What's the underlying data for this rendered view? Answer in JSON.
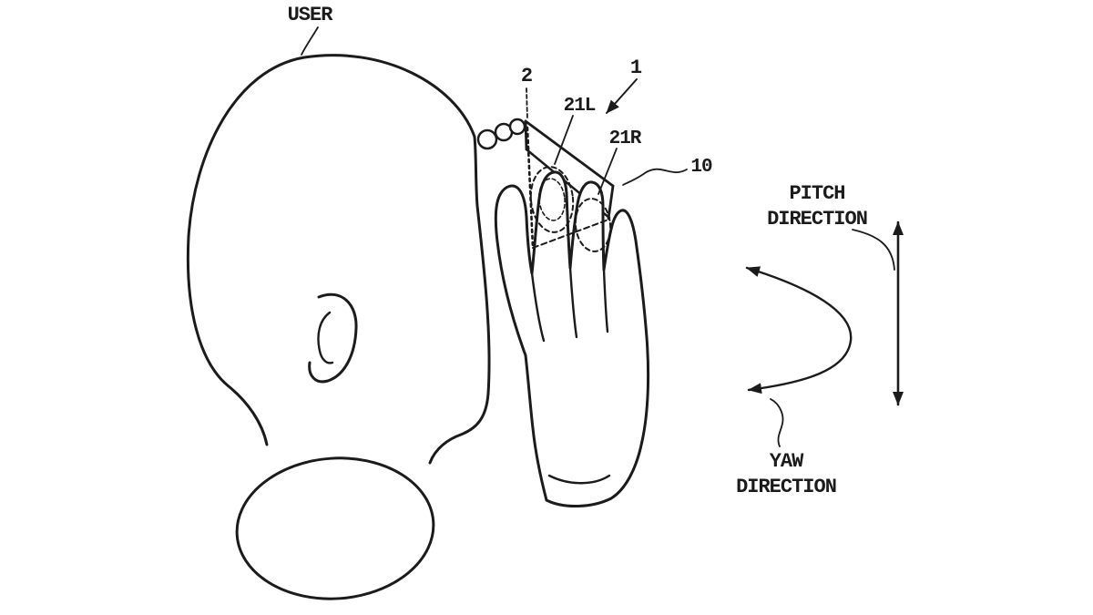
{
  "figure": {
    "colors": {
      "background": "#ffffff",
      "ink": "#1b1b1b"
    },
    "labels": {
      "user": "USER",
      "ref_2": "2",
      "ref_1": "1",
      "ref_21l": "21L",
      "ref_21r": "21R",
      "ref_10": "10",
      "pitch_direction": {
        "line1": "PITCH",
        "line2": "DIRECTION"
      },
      "yaw_direction": {
        "line1": "YAW",
        "line2": "DIRECTION"
      }
    }
  }
}
